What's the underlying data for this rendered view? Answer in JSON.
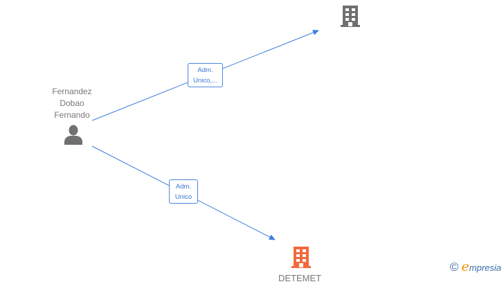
{
  "nodes": {
    "person": {
      "name_lines": [
        "Fernandez",
        "Dobao",
        "Fernando"
      ],
      "icon": "person-icon",
      "color": "#707070"
    },
    "company_top": {
      "icon": "building-icon",
      "color": "#707070"
    },
    "company_bottom": {
      "label": "DETEMET",
      "icon": "building-icon",
      "color": "#f26a3d"
    }
  },
  "edges": [
    {
      "label_lines": [
        "Adm.",
        "Unico,..."
      ]
    },
    {
      "label_lines": [
        "Adm.",
        "Unico"
      ]
    }
  ],
  "edge_color": "#3b7ddd",
  "watermark": {
    "copyright": "©",
    "brand_initial": "e",
    "brand_rest": "mpresia"
  }
}
